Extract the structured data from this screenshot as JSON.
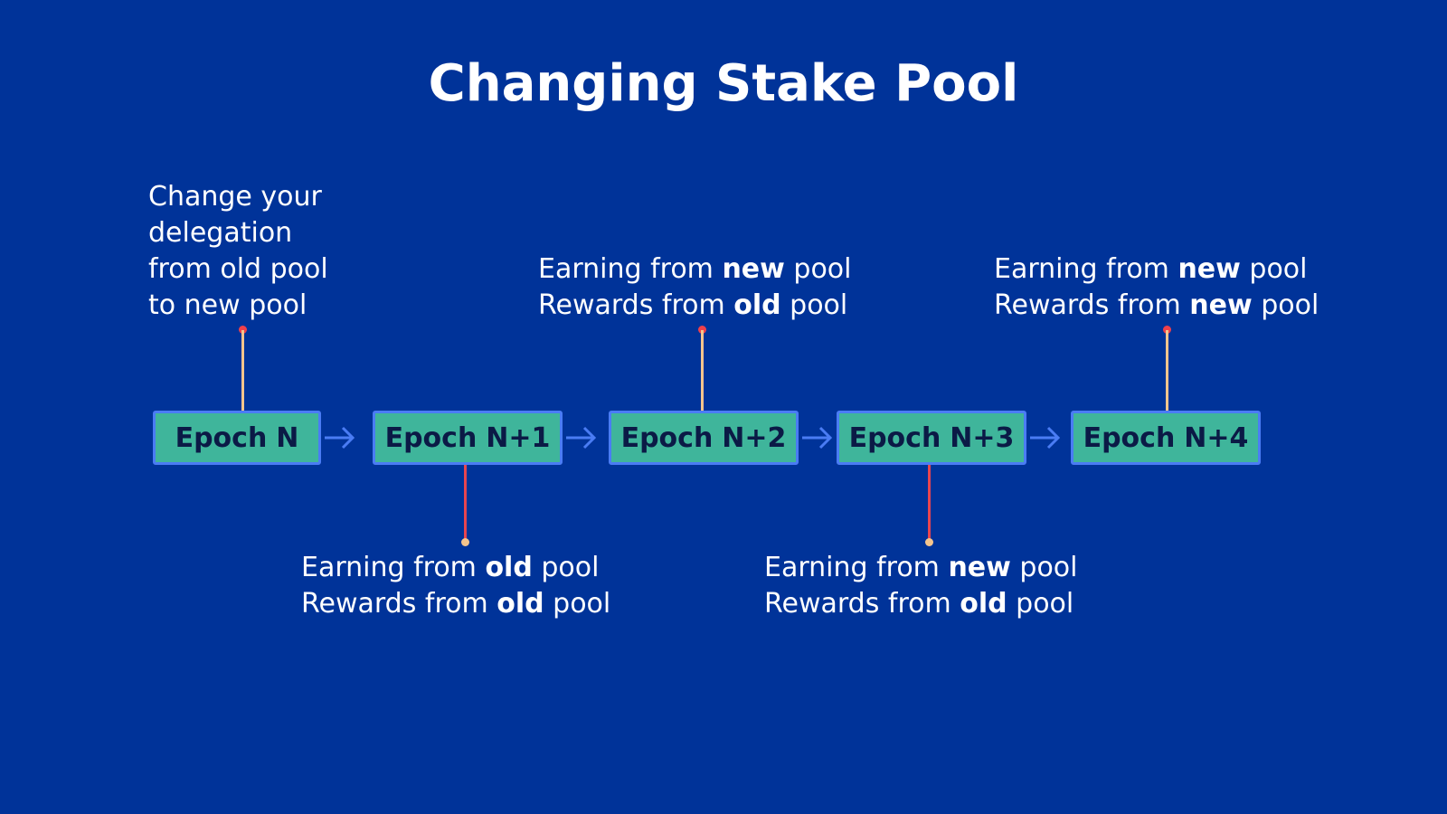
{
  "title": "Changing Stake Pool",
  "epochs": [
    {
      "word": "Epoch",
      "id": "N"
    },
    {
      "word": "Epoch",
      "id": "N+1"
    },
    {
      "word": "Epoch",
      "id": "N+2"
    },
    {
      "word": "Epoch",
      "id": "N+3"
    },
    {
      "word": "Epoch",
      "id": "N+4"
    }
  ],
  "annotations": {
    "n": {
      "line1": "Change your",
      "line2": "delegation",
      "line3": "from old pool",
      "line4": "to new pool"
    },
    "n1": {
      "earning_prefix": "Earning from ",
      "earning_pool": "old",
      "earning_suffix": " pool",
      "rewards_prefix": "Rewards from ",
      "rewards_pool": "old",
      "rewards_suffix": " pool"
    },
    "n2": {
      "earning_prefix": "Earning from ",
      "earning_pool": "new",
      "earning_suffix": " pool",
      "rewards_prefix": "Rewards from ",
      "rewards_pool": "old",
      "rewards_suffix": " pool"
    },
    "n3": {
      "earning_prefix": "Earning from ",
      "earning_pool": "new",
      "earning_suffix": " pool",
      "rewards_prefix": "Rewards from ",
      "rewards_pool": "old",
      "rewards_suffix": " pool"
    },
    "n4": {
      "earning_prefix": "Earning from ",
      "earning_pool": "new",
      "earning_suffix": " pool",
      "rewards_prefix": "Rewards from ",
      "rewards_pool": "new",
      "rewards_suffix": " pool"
    }
  },
  "colors": {
    "background": "#003399",
    "box_fill": "#3fb59b",
    "box_border": "#4a7cf4",
    "arrow": "#4a7cf4",
    "connector_up": "#f5c58d",
    "connector_down": "#e8454f",
    "dot_red": "#f0404a",
    "dot_tan": "#f5c58d"
  }
}
